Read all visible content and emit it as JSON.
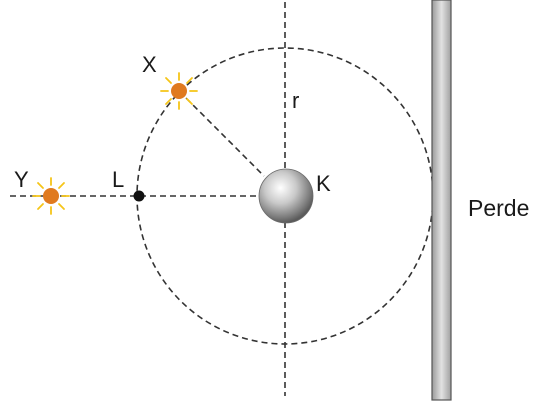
{
  "labels": {
    "x_source": "X",
    "y_source": "Y",
    "point_l": "L",
    "ball_k": "K",
    "radius": "r",
    "screen": "Perde"
  },
  "colors": {
    "source_fill": "#e07a1f",
    "source_rays": "#f5c518",
    "screen_fill": "#c8c8c8",
    "line": "#333333",
    "text": "#1a1a1a"
  },
  "icons": {
    "light_source": "sun-icon",
    "ball": "sphere-icon"
  }
}
